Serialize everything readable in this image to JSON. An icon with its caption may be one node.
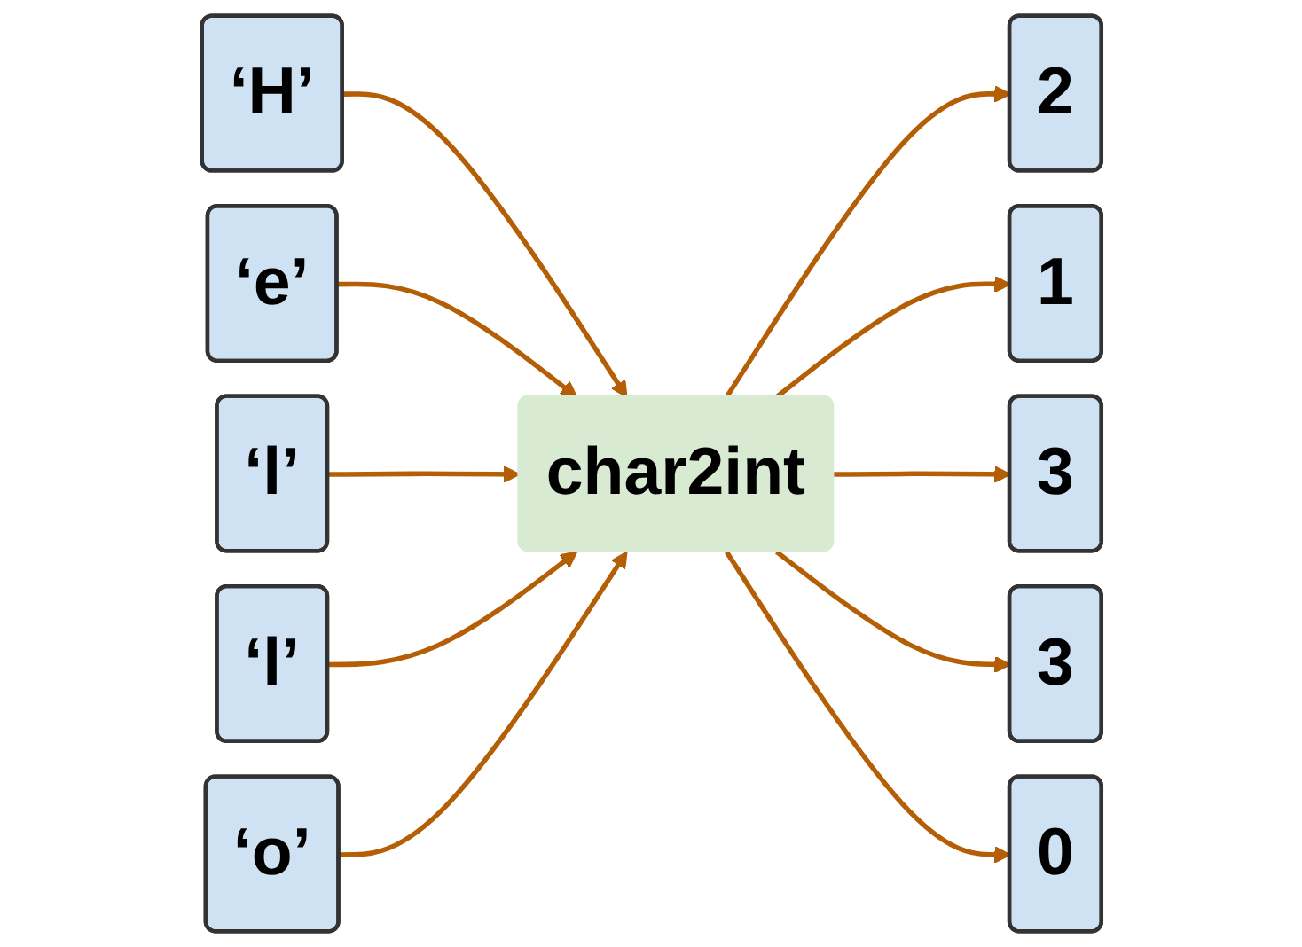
{
  "diagram": {
    "nodes": [
      {
        "text": [
          "‘H’"
        ]
      },
      {
        "text": [
          "‘e’"
        ]
      },
      {
        "text": [
          "‘l’"
        ]
      },
      {
        "text": [
          "‘l’"
        ]
      },
      {
        "text": [
          "‘o’"
        ]
      },
      {
        "text": [
          "char2int"
        ]
      },
      {
        "text": [
          "2"
        ]
      },
      {
        "text": [
          "1"
        ]
      },
      {
        "text": [
          "3"
        ]
      },
      {
        "text": [
          "3"
        ]
      },
      {
        "text": [
          "0"
        ]
      }
    ],
    "edges": [
      {
        "from": 0,
        "to": 5,
        "arrow": "to",
        "color": "#b45f06"
      },
      {
        "from": 1,
        "to": 5,
        "arrow": "to",
        "color": "#b45f06"
      },
      {
        "from": 2,
        "to": 5,
        "arrow": "to",
        "color": "#b45f06"
      },
      {
        "from": 3,
        "to": 5,
        "arrow": "to",
        "color": "#b45f06"
      },
      {
        "from": 4,
        "to": 5,
        "arrow": "to",
        "color": "#b45f06"
      },
      {
        "from": 5,
        "to": 6,
        "arrow": "to",
        "color": "#b45f06"
      },
      {
        "from": 5,
        "to": 7,
        "arrow": "to",
        "color": "#b45f06"
      },
      {
        "from": 5,
        "to": 8,
        "arrow": "to",
        "color": "#b45f06"
      },
      {
        "from": 5,
        "to": 9,
        "arrow": "to",
        "color": "#b45f06"
      },
      {
        "from": 5,
        "to": 10,
        "arrow": "to",
        "color": "#b45f06"
      }
    ]
  }
}
